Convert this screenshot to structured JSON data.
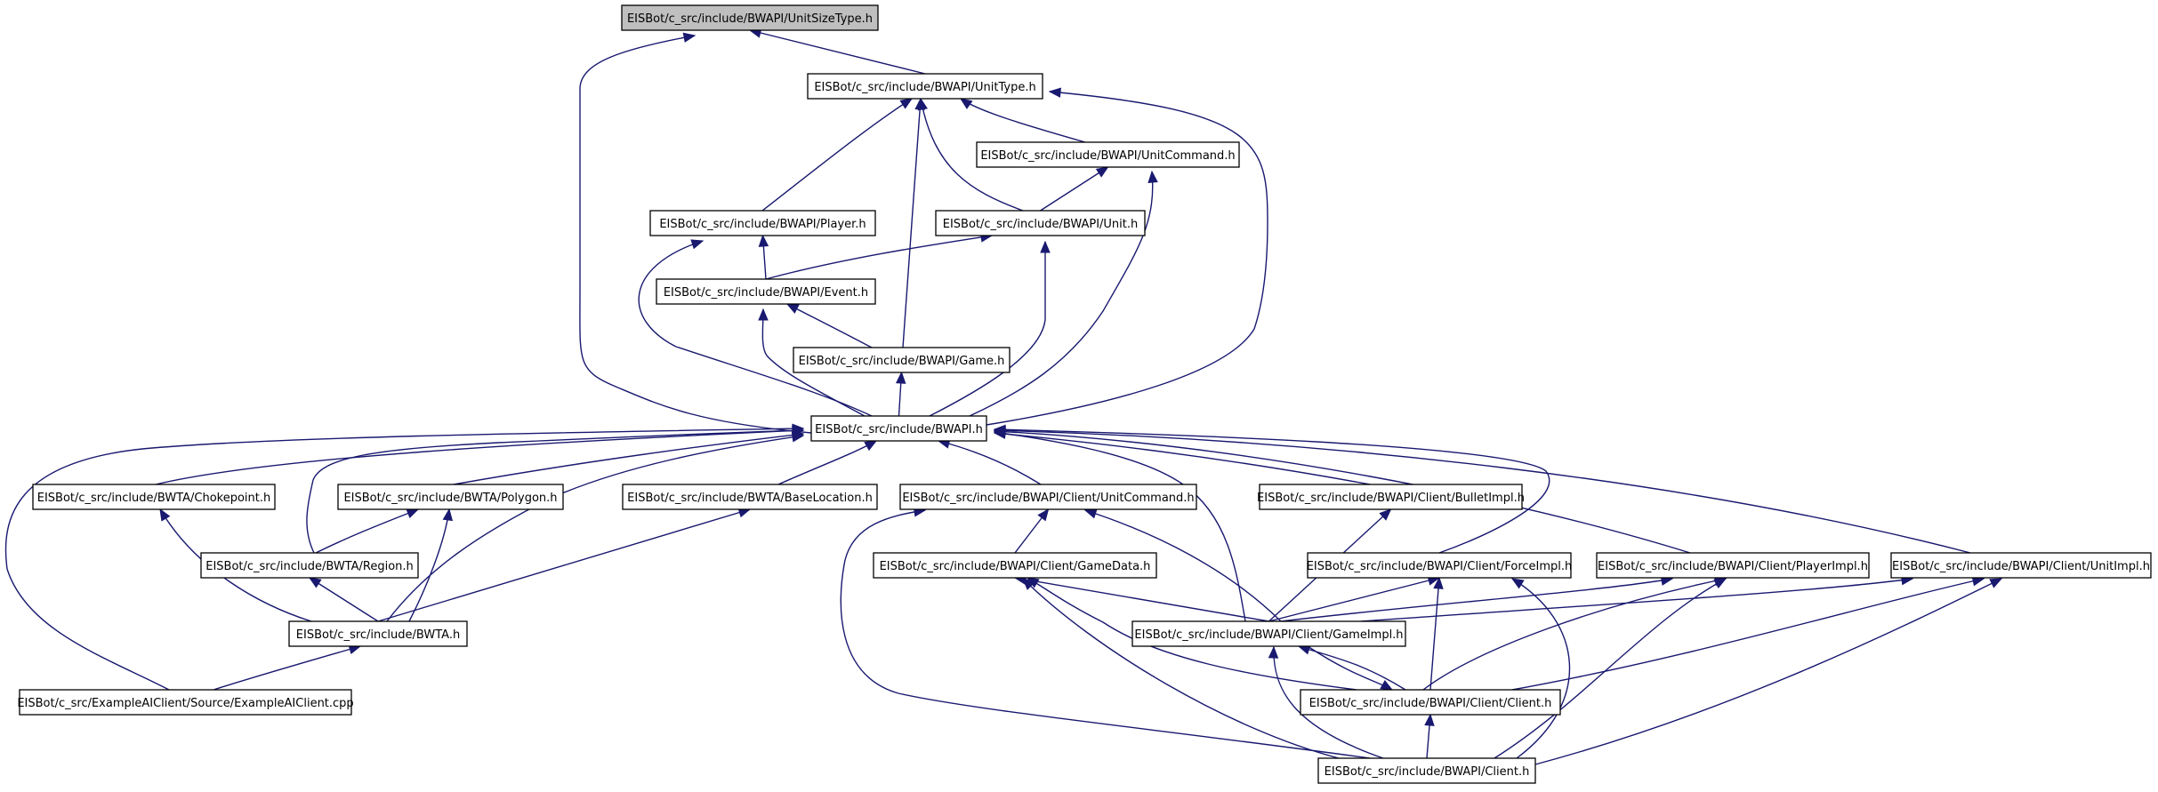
{
  "nodes": [
    {
      "id": "unitsizetype",
      "label": "EISBot/c_src/include/BWAPI/UnitSizeType.h",
      "highlight": true
    },
    {
      "id": "unittype",
      "label": "EISBot/c_src/include/BWAPI/UnitType.h"
    },
    {
      "id": "unitcommand",
      "label": "EISBot/c_src/include/BWAPI/UnitCommand.h"
    },
    {
      "id": "player",
      "label": "EISBot/c_src/include/BWAPI/Player.h"
    },
    {
      "id": "unit",
      "label": "EISBot/c_src/include/BWAPI/Unit.h"
    },
    {
      "id": "event",
      "label": "EISBot/c_src/include/BWAPI/Event.h"
    },
    {
      "id": "game",
      "label": "EISBot/c_src/include/BWAPI/Game.h"
    },
    {
      "id": "bwapi",
      "label": "EISBot/c_src/include/BWAPI.h"
    },
    {
      "id": "chokepoint",
      "label": "EISBot/c_src/include/BWTA/Chokepoint.h"
    },
    {
      "id": "polygon",
      "label": "EISBot/c_src/include/BWTA/Polygon.h"
    },
    {
      "id": "baselocation",
      "label": "EISBot/c_src/include/BWTA/BaseLocation.h"
    },
    {
      "id": "region",
      "label": "EISBot/c_src/include/BWTA/Region.h"
    },
    {
      "id": "bwta",
      "label": "EISBot/c_src/include/BWTA.h"
    },
    {
      "id": "exampleai",
      "label": "EISBot/c_src/ExampleAIClient/Source/ExampleAIClient.cpp"
    },
    {
      "id": "client_unitcommand",
      "label": "EISBot/c_src/include/BWAPI/Client/UnitCommand.h"
    },
    {
      "id": "bulletimpl",
      "label": "EISBot/c_src/include/BWAPI/Client/BulletImpl.h"
    },
    {
      "id": "gamedata",
      "label": "EISBot/c_src/include/BWAPI/Client/GameData.h"
    },
    {
      "id": "forceimpl",
      "label": "EISBot/c_src/include/BWAPI/Client/ForceImpl.h"
    },
    {
      "id": "playerimpl",
      "label": "EISBot/c_src/include/BWAPI/Client/PlayerImpl.h"
    },
    {
      "id": "unitimpl",
      "label": "EISBot/c_src/include/BWAPI/Client/UnitImpl.h"
    },
    {
      "id": "gameimpl",
      "label": "EISBot/c_src/include/BWAPI/Client/GameImpl.h"
    },
    {
      "id": "client_client",
      "label": "EISBot/c_src/include/BWAPI/Client/Client.h"
    },
    {
      "id": "bwapi_client",
      "label": "EISBot/c_src/include/BWAPI/Client.h"
    }
  ],
  "edges": [
    [
      "unittype",
      "unitsizetype"
    ],
    [
      "bwapi",
      "unitsizetype"
    ],
    [
      "unitcommand",
      "unittype"
    ],
    [
      "player",
      "unittype"
    ],
    [
      "unit",
      "unittype"
    ],
    [
      "game",
      "unittype"
    ],
    [
      "bwapi",
      "unittype"
    ],
    [
      "unit",
      "unitcommand"
    ],
    [
      "bwapi",
      "unitcommand"
    ],
    [
      "event",
      "player"
    ],
    [
      "bwapi",
      "player"
    ],
    [
      "event",
      "unit"
    ],
    [
      "bwapi",
      "unit"
    ],
    [
      "game",
      "event"
    ],
    [
      "bwapi",
      "event"
    ],
    [
      "bwapi",
      "game"
    ],
    [
      "chokepoint",
      "bwapi"
    ],
    [
      "region",
      "bwapi"
    ],
    [
      "polygon",
      "bwapi"
    ],
    [
      "bwta",
      "bwapi"
    ],
    [
      "baselocation",
      "bwapi"
    ],
    [
      "exampleai",
      "bwapi"
    ],
    [
      "client_unitcommand",
      "bwapi"
    ],
    [
      "bulletimpl",
      "bwapi"
    ],
    [
      "gameimpl",
      "bwapi"
    ],
    [
      "forceimpl",
      "bwapi"
    ],
    [
      "playerimpl",
      "bwapi"
    ],
    [
      "unitimpl",
      "bwapi"
    ],
    [
      "region",
      "polygon"
    ],
    [
      "bwta",
      "polygon"
    ],
    [
      "bwta",
      "chokepoint"
    ],
    [
      "bwta",
      "region"
    ],
    [
      "bwta",
      "baselocation"
    ],
    [
      "exampleai",
      "bwta"
    ],
    [
      "gamedata",
      "client_unitcommand"
    ],
    [
      "gameimpl",
      "client_unitcommand"
    ],
    [
      "bwapi_client",
      "client_unitcommand"
    ],
    [
      "gameimpl",
      "bulletimpl"
    ],
    [
      "gameimpl",
      "gamedata"
    ],
    [
      "client_client",
      "gamedata"
    ],
    [
      "bwapi_client",
      "gamedata"
    ],
    [
      "gameimpl",
      "forceimpl"
    ],
    [
      "client_client",
      "forceimpl"
    ],
    [
      "bwapi_client",
      "forceimpl"
    ],
    [
      "gameimpl",
      "playerimpl"
    ],
    [
      "client_client",
      "playerimpl"
    ],
    [
      "bwapi_client",
      "playerimpl"
    ],
    [
      "gameimpl",
      "unitimpl"
    ],
    [
      "client_client",
      "unitimpl"
    ],
    [
      "bwapi_client",
      "unitimpl"
    ],
    [
      "client_client",
      "gameimpl"
    ],
    [
      "gameimpl",
      "client_client"
    ],
    [
      "bwapi_client",
      "gameimpl"
    ],
    [
      "bwapi_client",
      "client_client"
    ]
  ],
  "colors": {
    "edge": "#191970",
    "node_border": "#000000",
    "highlight_fill": "#bfbfbf"
  }
}
